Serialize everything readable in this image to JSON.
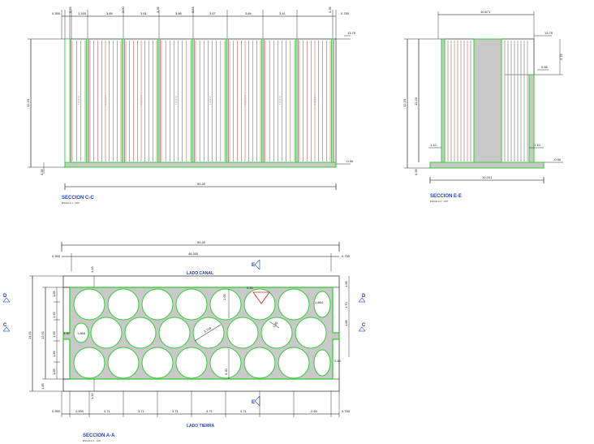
{
  "section_cc": {
    "title": "SECCION C-C",
    "scale": "ESCALA 1 : 100",
    "top_dims": [
      "0.350",
      "0.35",
      "1.165",
      "3.85",
      "3.60",
      "3.61",
      "3.35",
      "3.86",
      "3.84",
      "3.67",
      "3.84",
      "3.41",
      "0.35",
      "0.750"
    ],
    "bottom_dim": "50.30",
    "height_dim": "12.20",
    "base_dim": "0.35",
    "level_top": "13.75",
    "level_bottom": "-0.50"
  },
  "section_ee": {
    "title": "SECCION E-E",
    "scale": "ESCALA 1 : 100",
    "top_dim": "10.871",
    "bottom_dim": "10.201",
    "height_dim": "12.20",
    "left_dim": "1.10",
    "right_dim": "1.10",
    "level_top": "13.75",
    "step_dim": "2.75",
    "step_small": "0.55",
    "level_bottom": "-0.50",
    "base_dim": "0.35"
  },
  "section_aa": {
    "title": "SECCION A-A",
    "scale": "ESCALA 1 : 100",
    "overall_dim": "50.30",
    "inner_dim": "48.300",
    "left_offset": "0.350",
    "right_offset": "0.750",
    "label_top": "LADO CANAL",
    "label_bottom": "LADO TIERRA",
    "bottom_dims": [
      "0.350",
      "2.000",
      "3.71",
      "3.71",
      "3.71",
      "3.71",
      "3.71",
      "2.65",
      "0.750"
    ],
    "left_dims": [
      "14.51",
      "12.51",
      "1.85",
      "1.65",
      "1.65",
      "1.89",
      "1.85",
      "1.85"
    ],
    "annotations": [
      "1.15",
      "0.30",
      "1.00",
      "1.864",
      "3.718",
      "1.95",
      "3.30",
      "1.865",
      "0.46",
      "1.15",
      "1.89",
      "1.70",
      "1.85"
    ],
    "cut_labels": [
      "D",
      "C",
      "E"
    ]
  }
}
